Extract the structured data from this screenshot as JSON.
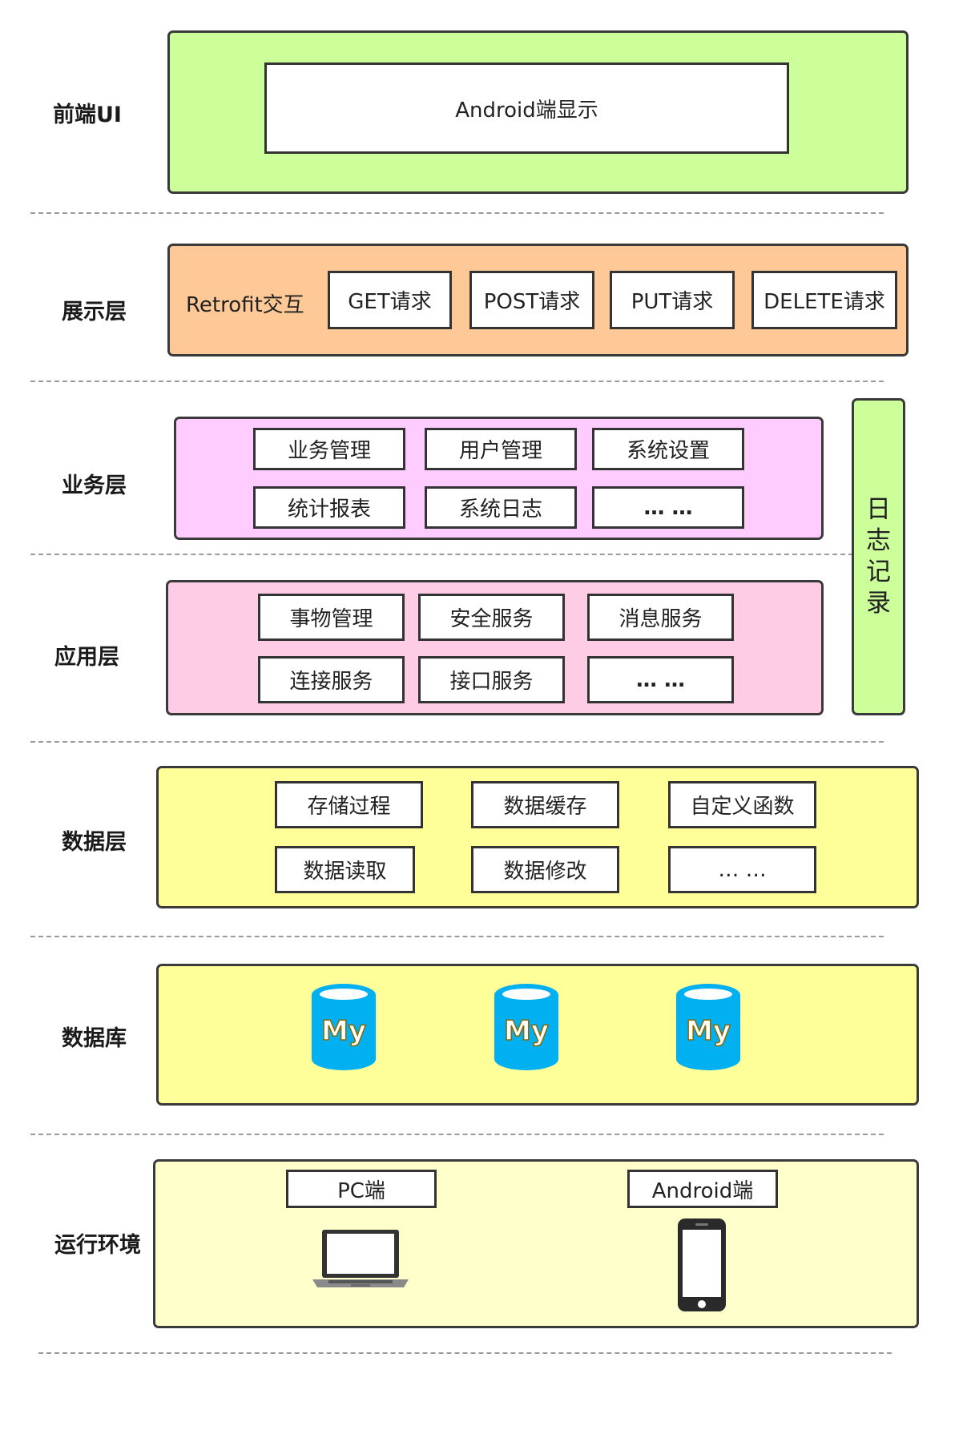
{
  "layers": {
    "frontend": {
      "label": "前端UI",
      "color": "#ccff99",
      "items": [
        "Android端显示"
      ]
    },
    "presentation": {
      "label": "展示层",
      "color": "#ffc997",
      "lead": "Retrofit交互",
      "items": [
        "GET请求",
        "POST请求",
        "PUT请求",
        "DELETE请求"
      ]
    },
    "business": {
      "label": "业务层",
      "color": "#ffccff",
      "items": [
        "业务管理",
        "用户管理",
        "系统设置",
        "统计报表",
        "系统日志",
        "… …"
      ]
    },
    "application": {
      "label": "应用层",
      "color": "#ffcce6",
      "items": [
        "事物管理",
        "安全服务",
        "消息服务",
        "连接服务",
        "接口服务",
        "… …"
      ]
    },
    "data": {
      "label": "数据层",
      "color": "#ffff99",
      "items": [
        "存储过程",
        "数据缓存",
        "自定义函数",
        "数据读取",
        "数据修改",
        "… …"
      ]
    },
    "database": {
      "label": "数据库",
      "color": "#ffff99",
      "db_icon_text": "My",
      "db_icon_color": "#00b0f0",
      "db_icons": [
        "mysql-db-icon",
        "mysql-db-icon",
        "mysql-db-icon"
      ]
    },
    "runtime": {
      "label": "运行环境",
      "color": "#ffffcc",
      "items": [
        "PC端",
        "Android端"
      ],
      "icons": [
        "laptop-icon",
        "smartphone-icon"
      ]
    }
  },
  "logging": {
    "label": [
      "日",
      "志",
      "记",
      "录"
    ],
    "color": "#ccff99"
  }
}
